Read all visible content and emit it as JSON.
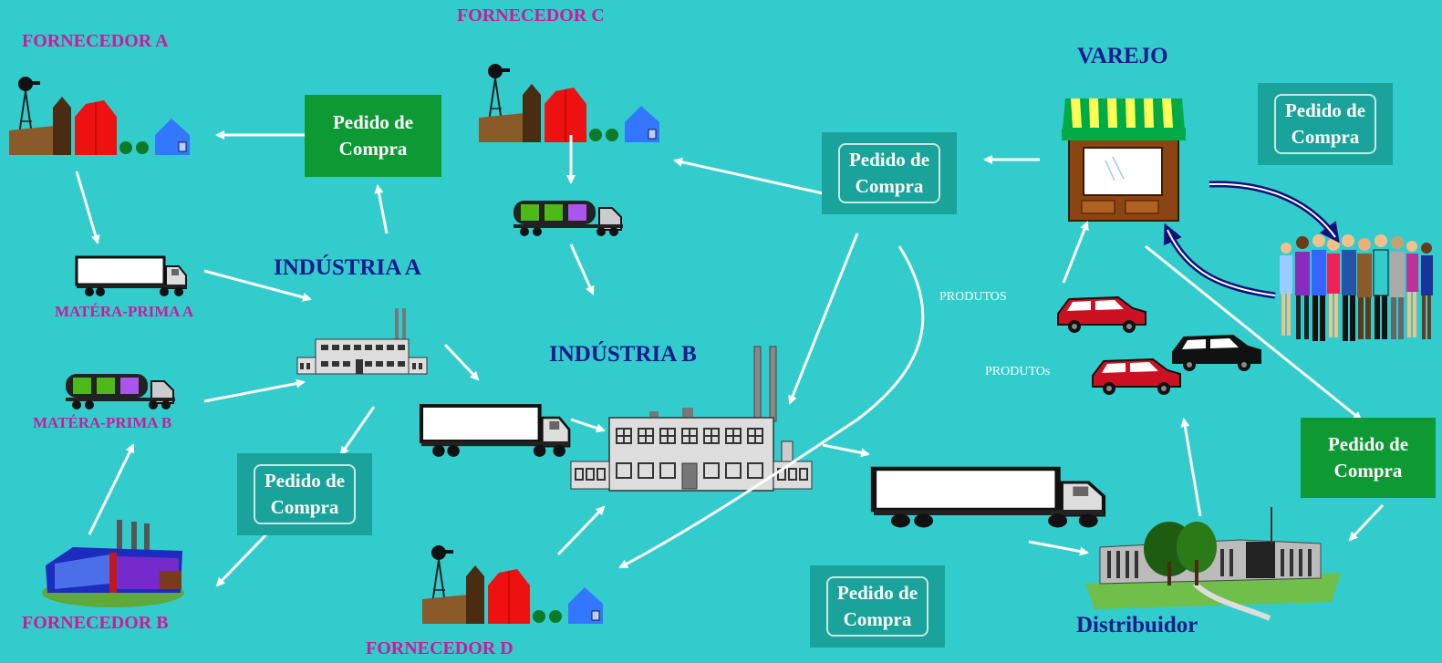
{
  "title_fragment": "",
  "labels": {
    "fornecedor_a": "FORNECEDOR A",
    "fornecedor_b": "FORNECEDOR B",
    "fornecedor_c": "FORNECEDOR C",
    "fornecedor_d": "FORNECEDOR D",
    "materia_prima_a": "MATÉRA-PRIMA A",
    "materia_prima_b": "MATÉRA-PRIMA B",
    "industria_a": "INDÚSTRIA A",
    "industria_b": "INDÚSTRIA B",
    "varejo": "VAREJO",
    "distribuidor": "Distribuidor",
    "produtos_1": "PRODUTOS",
    "produtos_2": "PRODUTOs"
  },
  "order_boxes": {
    "label_line1": "Pedido de",
    "label_line2": "Compra"
  },
  "colors": {
    "background": "#33cccc",
    "supplier_label": "#cc1a99",
    "node_label": "#1a1a8c",
    "order_box_green": "#0d9933",
    "order_box_teal": "#1aa39a",
    "arrow": "#ffffff"
  },
  "icons": {
    "farm": "farm-icon",
    "truck": "truck-icon",
    "tanker": "tanker-truck-icon",
    "factory": "factory-icon",
    "store": "store-icon",
    "people": "customers-icon",
    "car": "car-icon",
    "warehouse": "distributor-building-icon"
  }
}
